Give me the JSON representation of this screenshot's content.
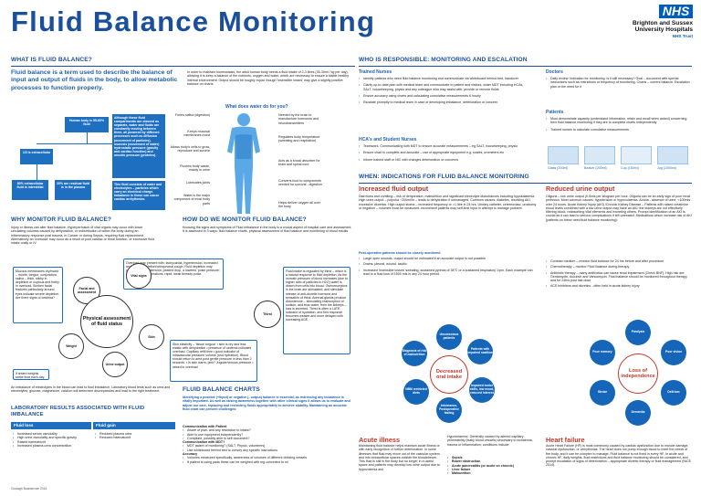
{
  "header": {
    "title": "Fluid Balance Monitoring",
    "nhs_logo": "NHS",
    "trust_line1": "Brighton and Sussex",
    "trust_line2": "University Hospitals",
    "trust_line3": "NHS Trust"
  },
  "what_is": {
    "heading": "WHAT IS FLUID BALANCE?",
    "definition": "Fluid balance is a term used to describe the balance of input and output of fluids in the body, to allow metabolic processes to function properly.",
    "intro": "In order to maintain homeostasis, the adult human body needs a fluid intake of 2-3 litres (35-30ml / kg per day), allowing it to keep a balance of the nutrients, oxygen and water, which are necessary to ensure a stable healthy internal environment. Output should be roughly equal, though 'insensible losses' may give a slightly positive balance on charts.",
    "water_heading": "What does water do for you?",
    "tree": {
      "root": "Human body is 55-60% fluid",
      "left": "1/3 is extracellular",
      "right": "2/3 total body fluid is intracellular",
      "ll": "80% extracellular fluid is interstitial",
      "lr": "20% are residual fluid is in the plasma"
    },
    "compartments": "Although these fluid compartments are classed as separate, water and fluids are constantly moving between them, all powered by different processes such as diffusion (movement of particles), osmosis (movement of water) hydrostatic pressure (gravity and cardiac function) and oncotic pressure (proteins).",
    "electrolytes": "This fluid consists of water and electrolytes – particles which carry an electrical charge. Imbalance in these can cause cardiac arrhythmias.",
    "left_labels": [
      "Forms saliva (digestion)",
      "Keeps mucosal membranes moist",
      "Allows body's cells to grow, reproduce and survive",
      "Flushes body waste, mainly in urine",
      "Lubricates joints",
      "Water is the major component of most body parts"
    ],
    "right_labels": [
      "Needed by the brain to manufacture hormones and neurotransmitters",
      "Regulates body temperature (sweating and respiration)",
      "Acts as a shock absorber for brain and spinal cord",
      "Converts food to components needed for survival - digestion",
      "Helps deliver oxygen all over the body"
    ]
  },
  "why_monitor": {
    "heading": "WHY MONITOR FLUID BALANCE?",
    "text": "Injury or illness can alter fluid balance. Hyperperfusion of vital organs may occur with lower circulating volumes caused by dehydration, or redistribution of within the body during an inflammatory response post trauma, in Cancer or during Sepsis, requiring fluid replacement. Alternatively an 'overload' may occur as a result of poor cardiac or renal function, or excessive fluid intake orally or IV."
  },
  "how_monitor": {
    "heading": "HOW DO WE MONITOR FLUID BALANCE?",
    "text": "Knowing the signs and symptoms of Fluid imbalance in the body is a crucial aspect of hospital care and assessment. It is assessed in 3 ways: fluid balance charts, physical assessment of fluid balance and monitoring of blood results.",
    "centre": "Physical assessment of fluid status",
    "petals": [
      "Facial and assessment",
      "Vital signs",
      "Thirst",
      "Skin",
      "Urine output",
      "Weight"
    ],
    "face_box": "Mucous membranes dry/moist – mouth, tongue, conjunctiva, saliva – thick, sticky in depletion or copious and frothy in overload. Sunken facial features particularly around eyes indicate severe depletion. Are there signs of oedema?",
    "vital_box": "Overload may present with: tachycardia, hypertension, increased respiratory rate/effort/orthopnoeal cough. Fluid depletion may present with hypotension, peaked drop, a lowered 'pulse pressure', rapid, shallow respirations, rapid, weak thready pulse.",
    "thirst_box": "Fluid intake is regulated by thirst – which is a natural response to fluid depletion. As the osmotic pressure of blood increases (due to higher ratio of particles to H2O) water is drawn from cells into blood. Osmoreceptors in the brain are stimulated, and stimulate release of anti-diuretic hormone and sensation of thirst. Adrenal glands produce Aldosterone – stimulating reabsorption of sodium, and thus water, from the kidneys – loss is excreted. Thirst is often a LATE indicator of hydration, and this response becomes weaker and more delayed with increasing AGE.",
    "skin_box": "Skin elasticity – 'tissue turgour' • skin is dry and less elastic with dehydration • presence of oedema indicates overload. Capillary refill time • good indicator of intravascular pressure/ volume (and hydration). Blood should return to area post gentle pressure in less than 2 seconds. • Is skin warm, pink? Jugular/venous pressure • raised in overload",
    "weight_box": "If tested weights same time each day.",
    "imbalance_text": "An imbalance of electrolytes in the blood can lead to fluid imbalance. Laboratory blood tests such as urea and electrolytes, glucose, magnesium, calcium will determine discrepancies and lead to the right treatment."
  },
  "lab": {
    "heading": "LABORATORY RESULTS ASSOCIATED WITH FLUID IMBALANCE",
    "col1": "Fluid loss",
    "col2": "Fluid gain",
    "loss": [
      "Increased serum osmolality",
      "High urine osmolality and specific gravity",
      "Raised haematocrit",
      "Increased plasma-urea concentration"
    ],
    "gain": [
      "Reduced plasma urea",
      "Reduced haematocrit"
    ]
  },
  "charts": {
    "heading": "FLUID BALANCE CHARTS",
    "text": "Identifying a positive (+input) or negative (- output) balance is essential, as redressing any imbalance is vitally important. As well as raising awareness together with other clinical signs it allows us to evaluate and adjust our care, replacing and restricting fluids appropriately to achieve stability. Maintaining an accurate fluid chart can present challenges:",
    "comm_pat": "Communication with Patient",
    "comm_pat_items": [
      "Aware of plan, and any restriction to intake?",
      "Able to use equipment independently?",
      "Compliant, possibly able to self document?"
    ],
    "comm_mdt": "Communication with MDT?",
    "comm_mdt_items": [
      "MDT aware of monitoring? (SALT, Physio, volunteers)",
      "Use whiteboard behind bed to convey any specific instructions"
    ],
    "accuracy": "Accuracy",
    "accuracy_items": [
      "Volumes measured specifically, awareness of volumes of different drinking vessels",
      "If patient is using pads these can be weighed with mg converted to ml"
    ],
    "footer": "Clodagh Buamerose 2016"
  },
  "who": {
    "heading": "WHO IS RESPONSIBLE: MONITORING AND ESCALATION",
    "trained": "Trained Nurses",
    "trained_items": [
      "Identify patients who need fluid balance monitoring and communicate via whiteboard behind bed, handover",
      "Clarify up-to-date plan with medical team and communicate to patient and visitors, wider MDT including HCAs, SALT, housekeeping, physio and any colleague who may assist with, provide or remove fluids",
      "Ensure accuracy using charts and calculating cumulative measurements 6 hourly",
      "Escalate promptly to medical team in case of developing imbalance, deterioration or concern"
    ],
    "hca": "HCA's and Student Nurses",
    "hca_items": [
      "Teamwork. Communicating with MDT to ensure accurate measurements – eg SALT, housekeeping, physio",
      "Ensure chart is complete and accurate – use of appropriate equipment e.g. scales, urometers etc",
      "Inform trained staff or NIC with changes deterioration or concerns"
    ],
    "doctors": "Doctors",
    "doctor_items": [
      "Daily review. Indication for monitoring, is it still necessary? Goal – document with special instructions such as restrictions or frequency of monitoring. Charts – current balance. Escalation plan or the need for it"
    ],
    "patients": "Patients",
    "patient_items": [
      "Must demonstrate capacity (understand information, retain and recall when asked) concerning their fluid balance monitoring if they are to complete charts independently",
      "Trained nurses to calculate cumulative measurements"
    ],
    "vessels": [
      "Glass (200ml)",
      "Beaker (200ml)",
      "Cup (150ml)",
      "Jug (1000ml)"
    ]
  },
  "when": {
    "heading": "WHEN: INDICATIONS FOR FLUID BALANCE MONITORING",
    "increased": "Increased fluid output",
    "reduced": "Reduced urine output",
    "inc_text": "Diarrhoea and vomiting – risk of dehydration, malnutrition and significant electrolyte disturbances including hypokalaemia. High urine output – polyuria ~200ml/hr – leads to dehydration if unmanaged. Common causes: diabetes, resolving AKI, excessive diuretics. High output stoma – increased frequency or >1 litre in 24 hrs. Urinary catheter, cerebrovasc, urostomy or irrigation – volumes must be measured. Incontinent patients may self-limit input in attempt to manage problem.",
    "postop": "Post-operative patients should be closely monitored",
    "postop_items": [
      "Large open wounds: output should be estimated if an accurate output is not possible",
      "Drains: pleural, wound, ascitic",
      "Increased 'insensible losses' sweating, sustained pyrexia of 38°C or a sustained respiratory 1/pm. Each example can lead to a fluid loss of 1500 mls in any 24 hour period"
    ],
    "red_text": "Oliguria – low urine output (0.5mls per kilogram per hour. Oliguria can be an early sign of poor renal perfusion. Most common causes: hypotension or hypovolaemia. Anuria - absence of urine; <100mls over 24 hours. Acute Kidney Injury (AKI) /Chronic Kidney Disease – Patients with raised creatinine blood levels combined with a low urine output may have an AKI: the kidneys are not effectively filtering blood, reabsorbing vital elements and excreting others. Prompt identification of an AKI is crucial as it can lead to serious complications if left untreated. Medications which increase risk of AKI (patients on these need fluid balance monitoring):",
    "red_items": [
      "Contrast medium – monitor fluid balance for 24 hrs before and after procedure",
      "Chemotherapy – monitor Fluid Balance during therapy",
      "Antibiotic therapy – many antibiotics can cause renal impairment (Check BNF). High risk are: Gentamycin, Aciclovir and Vancomycin. Fluid balance should be monitored throughout therapy and for 24hrs post last dose",
      "ACE inhibitors and diuretics - often held in acute kidney injury"
    ],
    "decreased": "Decreased oral intake",
    "dec_sats": [
      "Unconscious patients",
      "Patients with impaired swallow",
      "Impaired motor skills, low mood, reduced interest",
      "Intolerance, Postoperative fasting",
      "NBM restricted diets",
      "Diagnosis of risk of malnutrition"
    ],
    "loss": "Loss of independence",
    "loss_sats": [
      "Paralysis",
      "Poor vision",
      "Delirium",
      "Dementia",
      "Stroke",
      "Poor memory"
    ],
    "acute": "Acute illness",
    "acute_text": "Maintaining fluid balance helps maintain acute illness or with early recognition of further deterioration. In some illnesses that fluid may move out of the vascular system and into extracellular spaces outside the bloodstream. This fluid is still in the body but no longer in a useful space and patients may develop low urine output due to hypovolemia and",
    "hypo": "Hypovolaemic. Generally caused by altered capillary permeability (leaky blood vessels) secondary to ischaemia, trauma or inflammation; conditions include:",
    "hypo_items": [
      "Sepsis",
      "Bowel obstruction",
      "Acute pancreatitis (or acute on chronic)",
      "Liver failure",
      "Malnutrition"
    ],
    "heart": "Heart failure",
    "heart_text": "Acute Heart Failure (HF) is most commonly caused by cardiac dysfunction due to muscle damage, valvular dysfunction, or arrhythmias. The heart does not pump enough blood to meet the needs of the body, and it can be complex to manage. Fluid balance is not fixed in every HF. In acute and chronic HF, daily weights, fluid restrictions and fluid balance monitoring should be considered, and prompt escalation of signs of deterioration – appropriate diuretic therapy or fluid management (NICE 2014)."
  }
}
